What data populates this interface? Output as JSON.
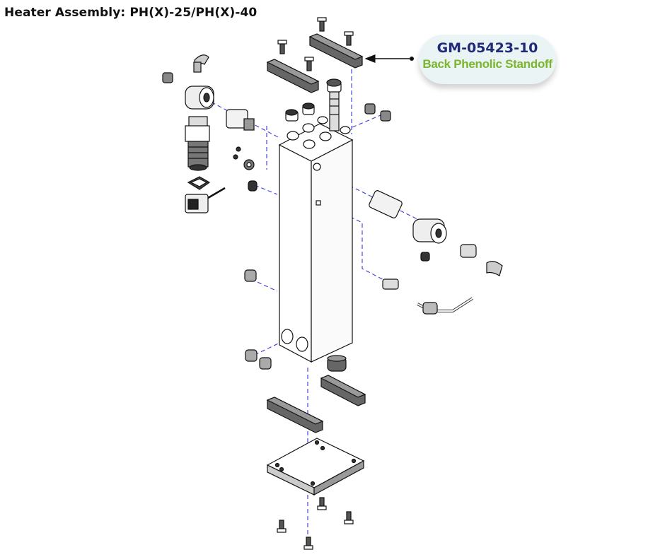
{
  "title": "Heater Assembly: PH(X)-25/PH(X)-40",
  "callout": {
    "part_number": "GM-05423-10",
    "part_name": "Back Phenolic Standoff"
  },
  "colors": {
    "part_number": "#1f2a78",
    "part_name": "#7ab52a",
    "callout_bg": "#eaf4f4",
    "leader_dash": "#3a3ad8",
    "line_art": "#111111"
  }
}
